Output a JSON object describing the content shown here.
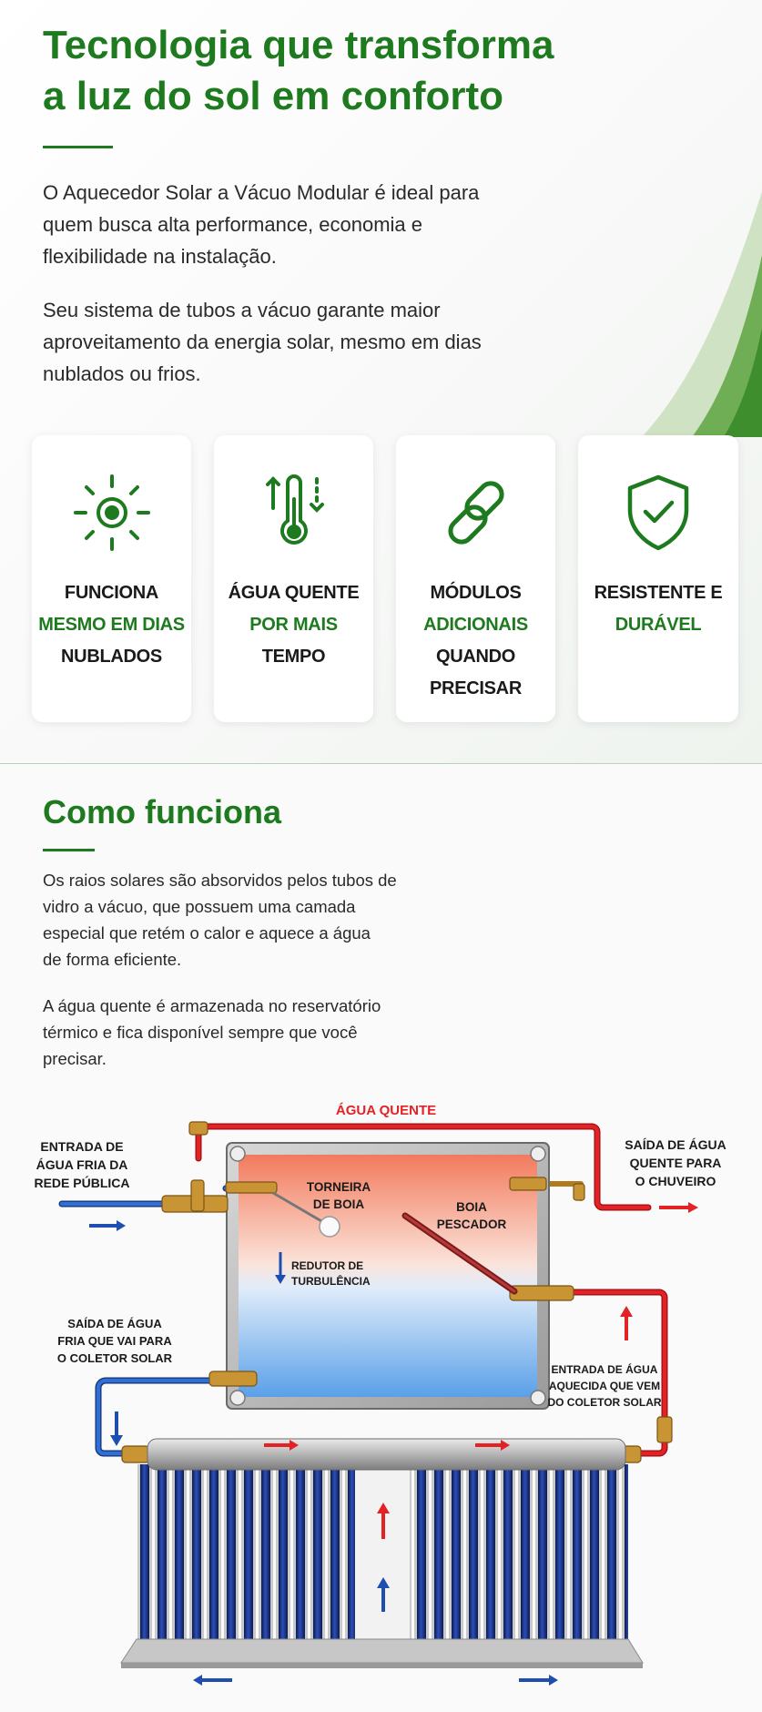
{
  "intro": {
    "title_lines": [
      "Tecnologia que transforma",
      "a luz do sol em conforto"
    ],
    "paragraph1_lines": [
      "O Aquecedor Solar a Vácuo Modular é ideal para",
      "quem busca alta performance, economia e",
      "flexibilidade na instalação."
    ],
    "paragraph2_lines": [
      "Seu sistema de tubos a vácuo garante maior",
      "aproveitamento da energia solar, mesmo em dias",
      "nublados ou frios."
    ]
  },
  "features": [
    {
      "icon": "sun-icon",
      "lines": [
        "FUNCIONA",
        "MESMO EM DIAS",
        "NUBLADOS"
      ]
    },
    {
      "icon": "thermometer-icon",
      "lines": [
        "ÁGUA QUENTE",
        "POR MAIS",
        "TEMPO"
      ]
    },
    {
      "icon": "chain-link-icon",
      "lines": [
        "MÓDULOS",
        "ADICIONAIS",
        "QUANDO",
        "PRECISAR"
      ]
    },
    {
      "icon": "shield-check-icon",
      "lines": [
        "RESISTENTE E",
        "DURÁVEL"
      ]
    }
  ],
  "how": {
    "title": "Como funciona",
    "paragraph1_lines": [
      "Os raios solares são absorvidos pelos tubos de",
      "vidro a vácuo, que possuem uma camada",
      "especial que retém o calor e aquece a água",
      "de forma eficiente."
    ],
    "paragraph2_lines": [
      "A água quente é armazenada no reservatório",
      "térmico e fica disponível sempre que você",
      "precisar."
    ]
  },
  "diagram": {
    "hot_water": "ÁGUA QUENTE",
    "inlet_lines": [
      "ENTRADA DE",
      "ÁGUA FRIA DA",
      "REDE PÚBLICA"
    ],
    "outlet_lines": [
      "SAÍDA DE ÁGUA",
      "QUENTE PARA",
      "O CHUVEIRO"
    ],
    "float_valve_lines": [
      "TORNEIRA",
      "DE BOIA"
    ],
    "fishing_float_lines": [
      "BOIA",
      "PESCADOR"
    ],
    "turbulence_lines": [
      "REDUTOR DE",
      "TURBULÊNCIA"
    ],
    "cold_to_collector_lines": [
      "SAÍDA DE ÁGUA",
      "FRIA QUE VAI PARA",
      "O COLETOR SOLAR"
    ],
    "heated_from_collector_lines": [
      "ENTRADA DE ÁGUA",
      "AQUECIDA QUE VEM",
      "DO COLETOR SOLAR"
    ]
  },
  "colors": {
    "brand_green": "#1e7a1e",
    "hot": "#d7191c",
    "cold": "#1f4fb5"
  }
}
